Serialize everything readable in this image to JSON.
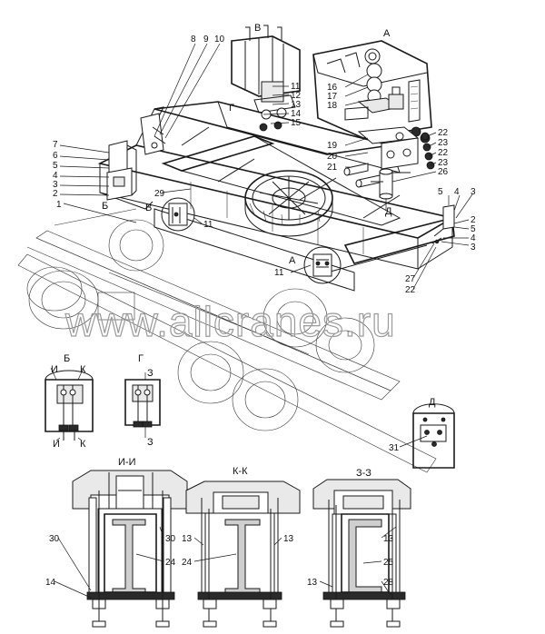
{
  "watermark": "www.allcranes.ru",
  "views": {
    "A": "А",
    "B": "В",
    "G": "Г",
    "D": "Д",
    "Bsmall": "Б",
    "ii": "И-И",
    "kk": "К-К",
    "zz": "З-З"
  },
  "cut": {
    "i": "И",
    "k": "К",
    "z": "З"
  },
  "callouts": {
    "n1": "1",
    "n2": "2",
    "n3": "3",
    "n4": "4",
    "n5": "5",
    "n6": "6",
    "n7": "7",
    "n8": "8",
    "n9": "9",
    "n10": "10",
    "n11": "11",
    "n12": "12",
    "n13": "13",
    "n14": "14",
    "n15": "15",
    "n16": "16",
    "n17": "17",
    "n18": "18",
    "n19": "19",
    "n20": "20",
    "n21": "21",
    "n22": "22",
    "n23": "23",
    "n24": "24",
    "n25": "25",
    "n26": "26",
    "n27": "27",
    "n28": "28",
    "n29": "29",
    "n30": "30",
    "n31": "31"
  }
}
